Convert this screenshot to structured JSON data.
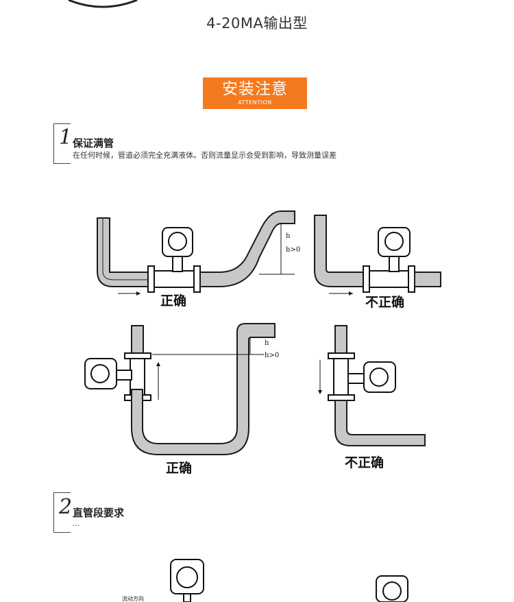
{
  "header": {
    "subtitle": "4-20MA输出型"
  },
  "banner": {
    "title": "安装注意",
    "subtitle": "ATTENTION"
  },
  "section1": {
    "number": "1",
    "title": "保证满管",
    "description": "在任何时候，管道必须完全充满液体。否则流量显示会受到影响，导致测量误差"
  },
  "diagrams": {
    "correct_label": "正确",
    "incorrect_label": "不正确",
    "height_symbol": "h",
    "height_condition": "h>0"
  },
  "section2": {
    "number": "2",
    "title": "直管段要求",
    "dots": "..."
  },
  "bottom": {
    "flow_direction_label": "流动方向"
  },
  "colors": {
    "banner": "#f47a1f",
    "pipe_fill": "#c8c8c8",
    "pipe_stroke": "#1a1a1a"
  }
}
